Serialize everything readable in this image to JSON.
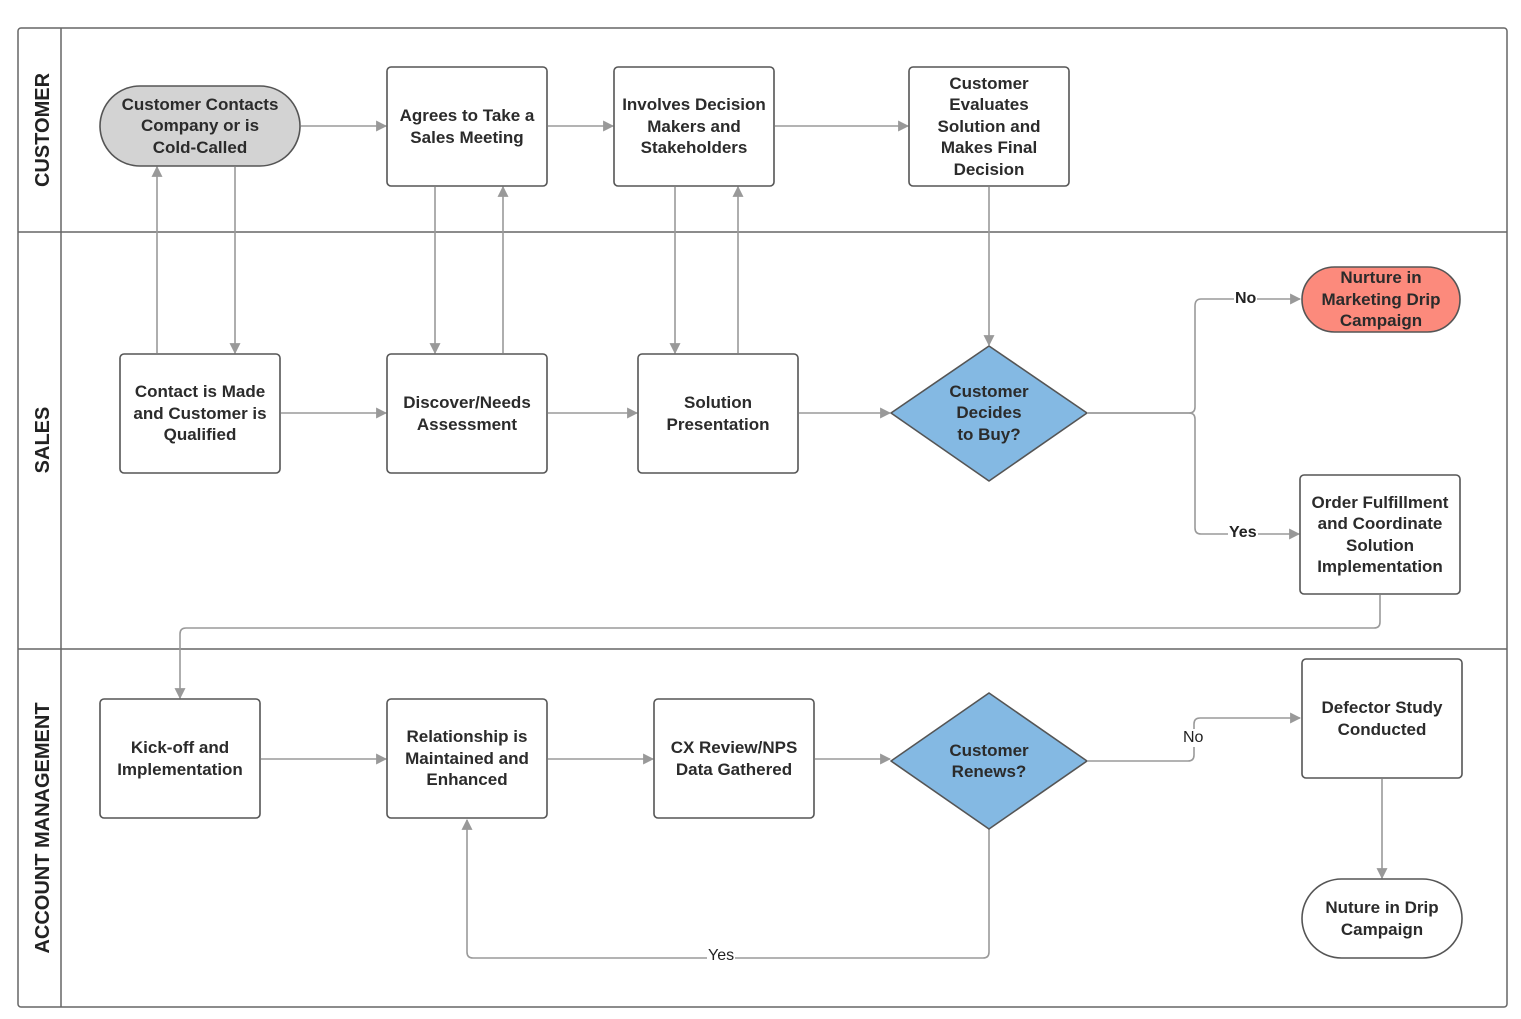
{
  "lanes": {
    "customer": "CUSTOMER",
    "sales": "SALES",
    "account_management": "ACCOUNT MANAGEMENT"
  },
  "nodes": {
    "customer_contacts": "Customer Contacts\nCompany or is\nCold-Called",
    "agrees_meeting": "Agrees to Take a\nSales Meeting",
    "involves_decision": "Involves Decision\nMakers and\nStakeholders",
    "customer_evaluates": "Customer\nEvaluates\nSolution and\nMakes Final\nDecision",
    "contact_made": "Contact is Made\nand Customer is\nQualified",
    "discover_needs": "Discover/Needs\nAssessment",
    "solution_presentation": "Solution\nPresentation",
    "decides_to_buy": "Customer\nDecides\nto Buy?",
    "nurture_marketing": "Nurture in\nMarketing Drip\nCampaign",
    "order_fulfillment": "Order Fulfillment\nand Coordinate\nSolution\nImplementation",
    "kickoff": "Kick-off and\nImplementation",
    "relationship": "Relationship is\nMaintained and\nEnhanced",
    "cx_review": "CX Review/NPS\nData Gathered",
    "customer_renews": "Customer\nRenews?",
    "defector_study": "Defector Study\nConducted",
    "nurture_drip": "Nuture in Drip\nCampaign"
  },
  "edge_labels": {
    "buy_no": "No",
    "buy_yes": "Yes",
    "renew_no": "No",
    "renew_yes": "Yes"
  },
  "colors": {
    "start_fill": "#d3d3d3",
    "decision_fill": "#84b9e3",
    "nurture_fill": "#fc8a7c",
    "box_fill": "#ffffff",
    "stroke": "#555555",
    "connector": "#9a9a9a"
  }
}
